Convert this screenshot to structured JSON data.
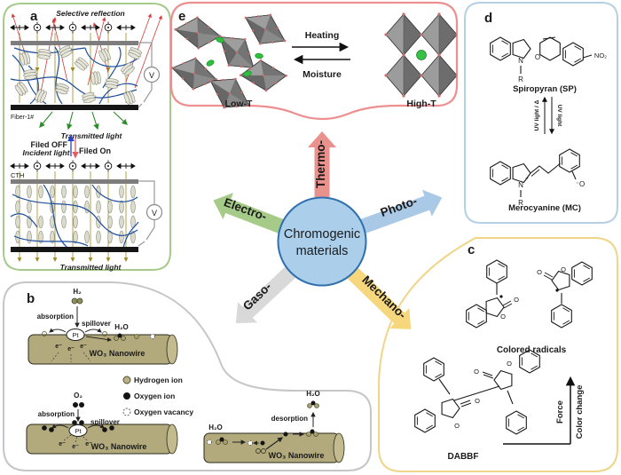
{
  "colors": {
    "panel_a_border": "#a6ca8a",
    "panel_b_border": "#c6c6c6",
    "panel_c_border": "#f0d488",
    "panel_d_border": "#b5d0e2",
    "panel_e_border": "#ee8f8f",
    "arrow_thermo": "#e8918d",
    "arrow_photo": "#aac9e7",
    "arrow_electro": "#a6cb89",
    "arrow_gaso": "#d9d9d9",
    "arrow_mechano": "#f6d77d",
    "circle_fill": "#abcfeb",
    "circle_stroke": "#2f6fae",
    "nanowire": "#b2a97d"
  },
  "center": {
    "line1": "Chromogenic",
    "line2": "materials",
    "arrows": {
      "thermo": "Thermo-",
      "photo": "Photo-",
      "electro": "Electro-",
      "gaso": "Gaso-",
      "mechano": "Mechano-"
    }
  },
  "panel_a": {
    "tag": "a",
    "selective_reflection": "Selective reflection",
    "fiber_label": "Fiber-1#",
    "transmitted_light_top": "Transmitted light",
    "field_off": "Filed OFF",
    "field_on": "Filed On",
    "incident_light": "Incident light",
    "cth_label": "CTH",
    "transmitted_light_bottom": "Transmitted light",
    "voltmeter": "V"
  },
  "panel_b": {
    "tag": "b",
    "h2": "H₂",
    "o2": "O₂",
    "h2o": "H₂O",
    "absorption": "absorption",
    "spillover": "spillover",
    "desorption": "desorption",
    "pt": "Pt",
    "electron": "e⁻",
    "nanowire_label": "WO₃ Nanowire",
    "legend": {
      "hydrogen_ion": "Hydrogen ion",
      "oxygen_ion": "Oxygen ion",
      "oxygen_vacancy": "Oxygen vacancy"
    }
  },
  "panel_c": {
    "tag": "c",
    "colored_radicals": "Colored radicals",
    "dabbf": "DABBF",
    "force": "Force",
    "color_change": "Color change",
    "atom_o": "O"
  },
  "panel_d": {
    "tag": "d",
    "spiropyran": "Spiropyran (SP)",
    "merocyanine": "Merocyanine (MC)",
    "uv_delta": "UV light / Δ",
    "uv": "UV light",
    "atom_n": "N",
    "atom_r": "R",
    "atom_o": "O",
    "no2": "NO₂",
    "plus": "+",
    "o_minus": "⁻O"
  },
  "panel_e": {
    "tag": "e",
    "heating": "Heating",
    "moisture": "Moisture",
    "low_t": "Low-T",
    "high_t": "High-T"
  }
}
